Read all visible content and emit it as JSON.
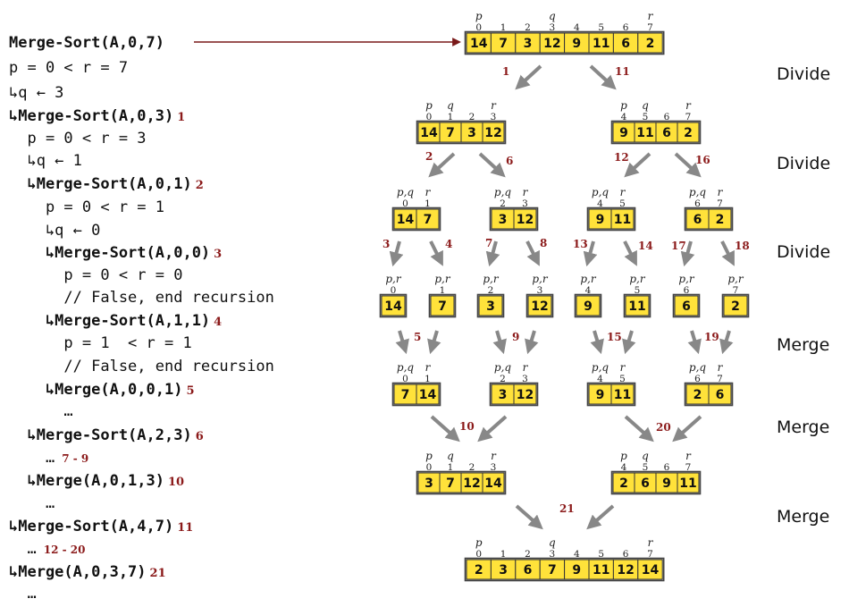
{
  "trace": [
    {
      "text": "Merge-Sort(A,0,7)",
      "bold": true,
      "step": ""
    },
    {
      "text": "p = 0 < r = 7",
      "bold": false,
      "step": ""
    },
    {
      "text": "↳q ← 3",
      "bold": false,
      "step": ""
    },
    {
      "text": "↳Merge-Sort(A,0,3)",
      "bold": true,
      "step": "1"
    },
    {
      "text": "  p = 0 < r = 3",
      "bold": false,
      "step": ""
    },
    {
      "text": "  ↳q ← 1",
      "bold": false,
      "step": ""
    },
    {
      "text": "  ↳Merge-Sort(A,0,1)",
      "bold": true,
      "step": "2"
    },
    {
      "text": "    p = 0 < r = 1",
      "bold": false,
      "step": ""
    },
    {
      "text": "    ↳q ← 0",
      "bold": false,
      "step": ""
    },
    {
      "text": "    ↳Merge-Sort(A,0,0)",
      "bold": true,
      "step": "3"
    },
    {
      "text": "      p = 0 < r = 0",
      "bold": false,
      "step": ""
    },
    {
      "text": "      // False, end recursion",
      "bold": false,
      "step": ""
    },
    {
      "text": "    ↳Merge-Sort(A,1,1)",
      "bold": true,
      "step": "4"
    },
    {
      "text": "      p = 1  < r = 1",
      "bold": false,
      "step": ""
    },
    {
      "text": "      // False, end recursion",
      "bold": false,
      "step": ""
    },
    {
      "text": "    ↳Merge(A,0,0,1)",
      "bold": true,
      "step": "5"
    },
    {
      "text": "      …",
      "bold": false,
      "step": ""
    },
    {
      "text": "  ↳Merge-Sort(A,2,3)",
      "bold": true,
      "step": "6"
    },
    {
      "text": "    …",
      "bold": false,
      "step": "7 - 9"
    },
    {
      "text": "  ↳Merge(A,0,1,3)",
      "bold": true,
      "step": "10"
    },
    {
      "text": "    …",
      "bold": false,
      "step": ""
    },
    {
      "text": "↳Merge-Sort(A,4,7)",
      "bold": true,
      "step": "11"
    },
    {
      "text": "  …",
      "bold": false,
      "step": "12 - 20"
    },
    {
      "text": "↳Merge(A,0,3,7)",
      "bold": true,
      "step": "21"
    },
    {
      "text": "  …",
      "bold": false,
      "step": ""
    }
  ],
  "phases": [
    "Divide",
    "Divide",
    "Divide",
    "Merge",
    "Merge",
    "Merge"
  ],
  "arrays": [
    {
      "id": "root",
      "values": [
        14,
        7,
        3,
        12,
        9,
        11,
        6,
        2
      ],
      "indices": [
        0,
        1,
        2,
        3,
        4,
        5,
        6,
        7
      ],
      "labels": [
        {
          "at": 0,
          "text": "p"
        },
        {
          "at": 3,
          "text": "q"
        },
        {
          "at": 7,
          "text": "r"
        }
      ]
    },
    {
      "id": "L03",
      "values": [
        14,
        7,
        3,
        12
      ],
      "indices": [
        0,
        1,
        2,
        3
      ],
      "labels": [
        {
          "at": 0,
          "text": "p"
        },
        {
          "at": 1,
          "text": "q"
        },
        {
          "at": 3,
          "text": "r"
        }
      ]
    },
    {
      "id": "R47",
      "values": [
        9,
        11,
        6,
        2
      ],
      "indices": [
        4,
        5,
        6,
        7
      ],
      "labels": [
        {
          "at": 0,
          "text": "p"
        },
        {
          "at": 1,
          "text": "q"
        },
        {
          "at": 3,
          "text": "r"
        }
      ]
    },
    {
      "id": "d01",
      "values": [
        14,
        7
      ],
      "indices": [
        0,
        1
      ],
      "labels": [
        {
          "at": 0,
          "text": "p,q"
        },
        {
          "at": 1,
          "text": "r"
        }
      ]
    },
    {
      "id": "d23",
      "values": [
        3,
        12
      ],
      "indices": [
        2,
        3
      ],
      "labels": [
        {
          "at": 0,
          "text": "p,q"
        },
        {
          "at": 1,
          "text": "r"
        }
      ]
    },
    {
      "id": "d45",
      "values": [
        9,
        11
      ],
      "indices": [
        4,
        5
      ],
      "labels": [
        {
          "at": 0,
          "text": "p,q"
        },
        {
          "at": 1,
          "text": "r"
        }
      ]
    },
    {
      "id": "d67",
      "values": [
        6,
        2
      ],
      "indices": [
        6,
        7
      ],
      "labels": [
        {
          "at": 0,
          "text": "p,q"
        },
        {
          "at": 1,
          "text": "r"
        }
      ]
    },
    {
      "id": "s0",
      "values": [
        14
      ],
      "indices": [
        0
      ],
      "labels": [
        {
          "at": 0,
          "text": "p,r"
        }
      ]
    },
    {
      "id": "s1",
      "values": [
        7
      ],
      "indices": [
        1
      ],
      "labels": [
        {
          "at": 0,
          "text": "p,r"
        }
      ]
    },
    {
      "id": "s2",
      "values": [
        3
      ],
      "indices": [
        2
      ],
      "labels": [
        {
          "at": 0,
          "text": "p,r"
        }
      ]
    },
    {
      "id": "s3",
      "values": [
        12
      ],
      "indices": [
        3
      ],
      "labels": [
        {
          "at": 0,
          "text": "p,r"
        }
      ]
    },
    {
      "id": "s4",
      "values": [
        9
      ],
      "indices": [
        4
      ],
      "labels": [
        {
          "at": 0,
          "text": "p,r"
        }
      ]
    },
    {
      "id": "s5",
      "values": [
        11
      ],
      "indices": [
        5
      ],
      "labels": [
        {
          "at": 0,
          "text": "p,r"
        }
      ]
    },
    {
      "id": "s6",
      "values": [
        6
      ],
      "indices": [
        6
      ],
      "labels": [
        {
          "at": 0,
          "text": "p,r"
        }
      ]
    },
    {
      "id": "s7",
      "values": [
        2
      ],
      "indices": [
        7
      ],
      "labels": [
        {
          "at": 0,
          "text": "p,r"
        }
      ]
    },
    {
      "id": "m01",
      "values": [
        7,
        14
      ],
      "indices": [
        0,
        1
      ],
      "labels": [
        {
          "at": 0,
          "text": "p,q"
        },
        {
          "at": 1,
          "text": "r"
        }
      ]
    },
    {
      "id": "m23",
      "values": [
        3,
        12
      ],
      "indices": [
        2,
        3
      ],
      "labels": [
        {
          "at": 0,
          "text": "p,q"
        },
        {
          "at": 1,
          "text": "r"
        }
      ]
    },
    {
      "id": "m45",
      "values": [
        9,
        11
      ],
      "indices": [
        4,
        5
      ],
      "labels": [
        {
          "at": 0,
          "text": "p,q"
        },
        {
          "at": 1,
          "text": "r"
        }
      ]
    },
    {
      "id": "m67",
      "values": [
        2,
        6
      ],
      "indices": [
        6,
        7
      ],
      "labels": [
        {
          "at": 0,
          "text": "p,q"
        },
        {
          "at": 1,
          "text": "r"
        }
      ]
    },
    {
      "id": "M03",
      "values": [
        3,
        7,
        12,
        14
      ],
      "indices": [
        0,
        1,
        2,
        3
      ],
      "labels": [
        {
          "at": 0,
          "text": "p"
        },
        {
          "at": 1,
          "text": "q"
        },
        {
          "at": 3,
          "text": "r"
        }
      ]
    },
    {
      "id": "M47",
      "values": [
        2,
        6,
        9,
        11
      ],
      "indices": [
        4,
        5,
        6,
        7
      ],
      "labels": [
        {
          "at": 0,
          "text": "p"
        },
        {
          "at": 1,
          "text": "q"
        },
        {
          "at": 3,
          "text": "r"
        }
      ]
    },
    {
      "id": "final",
      "values": [
        2,
        3,
        6,
        7,
        9,
        11,
        12,
        14
      ],
      "indices": [
        0,
        1,
        2,
        3,
        4,
        5,
        6,
        7
      ],
      "labels": [
        {
          "at": 0,
          "text": "p"
        },
        {
          "at": 3,
          "text": "q"
        },
        {
          "at": 7,
          "text": "r"
        }
      ]
    }
  ],
  "steps": [
    "1",
    "11",
    "2",
    "6",
    "12",
    "16",
    "3",
    "4",
    "7",
    "8",
    "13",
    "14",
    "17",
    "18",
    "5",
    "9",
    "15",
    "19",
    "10",
    "20",
    "21"
  ]
}
